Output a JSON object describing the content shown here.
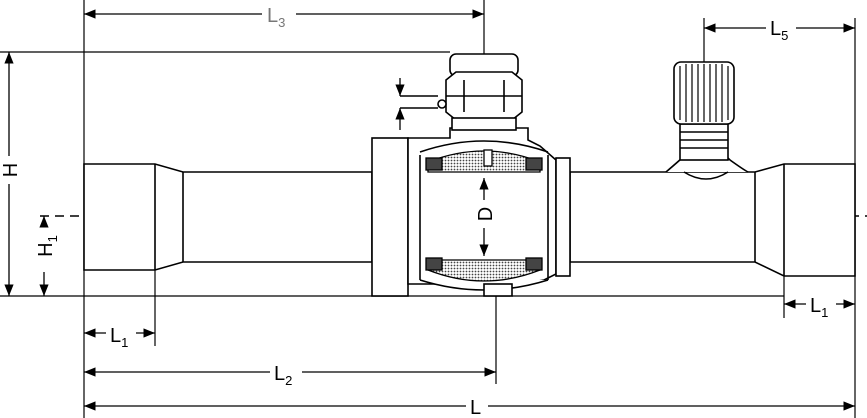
{
  "drawing": {
    "colors": {
      "line": "#000000",
      "light_label": "#777777",
      "stipple": "#444444"
    },
    "labels": {
      "l3": {
        "base": "L",
        "sub": "3"
      },
      "l5": {
        "base": "L",
        "sub": "5"
      },
      "h": {
        "base": "H",
        "sub": ""
      },
      "h1": {
        "base": "H",
        "sub": "1"
      },
      "d": {
        "base": "D",
        "sub": ""
      },
      "l1_left": {
        "base": "L",
        "sub": "1"
      },
      "l1_right": {
        "base": "L",
        "sub": "1"
      },
      "l2": {
        "base": "L",
        "sub": "2"
      },
      "l": {
        "base": "L",
        "sub": ""
      }
    }
  }
}
